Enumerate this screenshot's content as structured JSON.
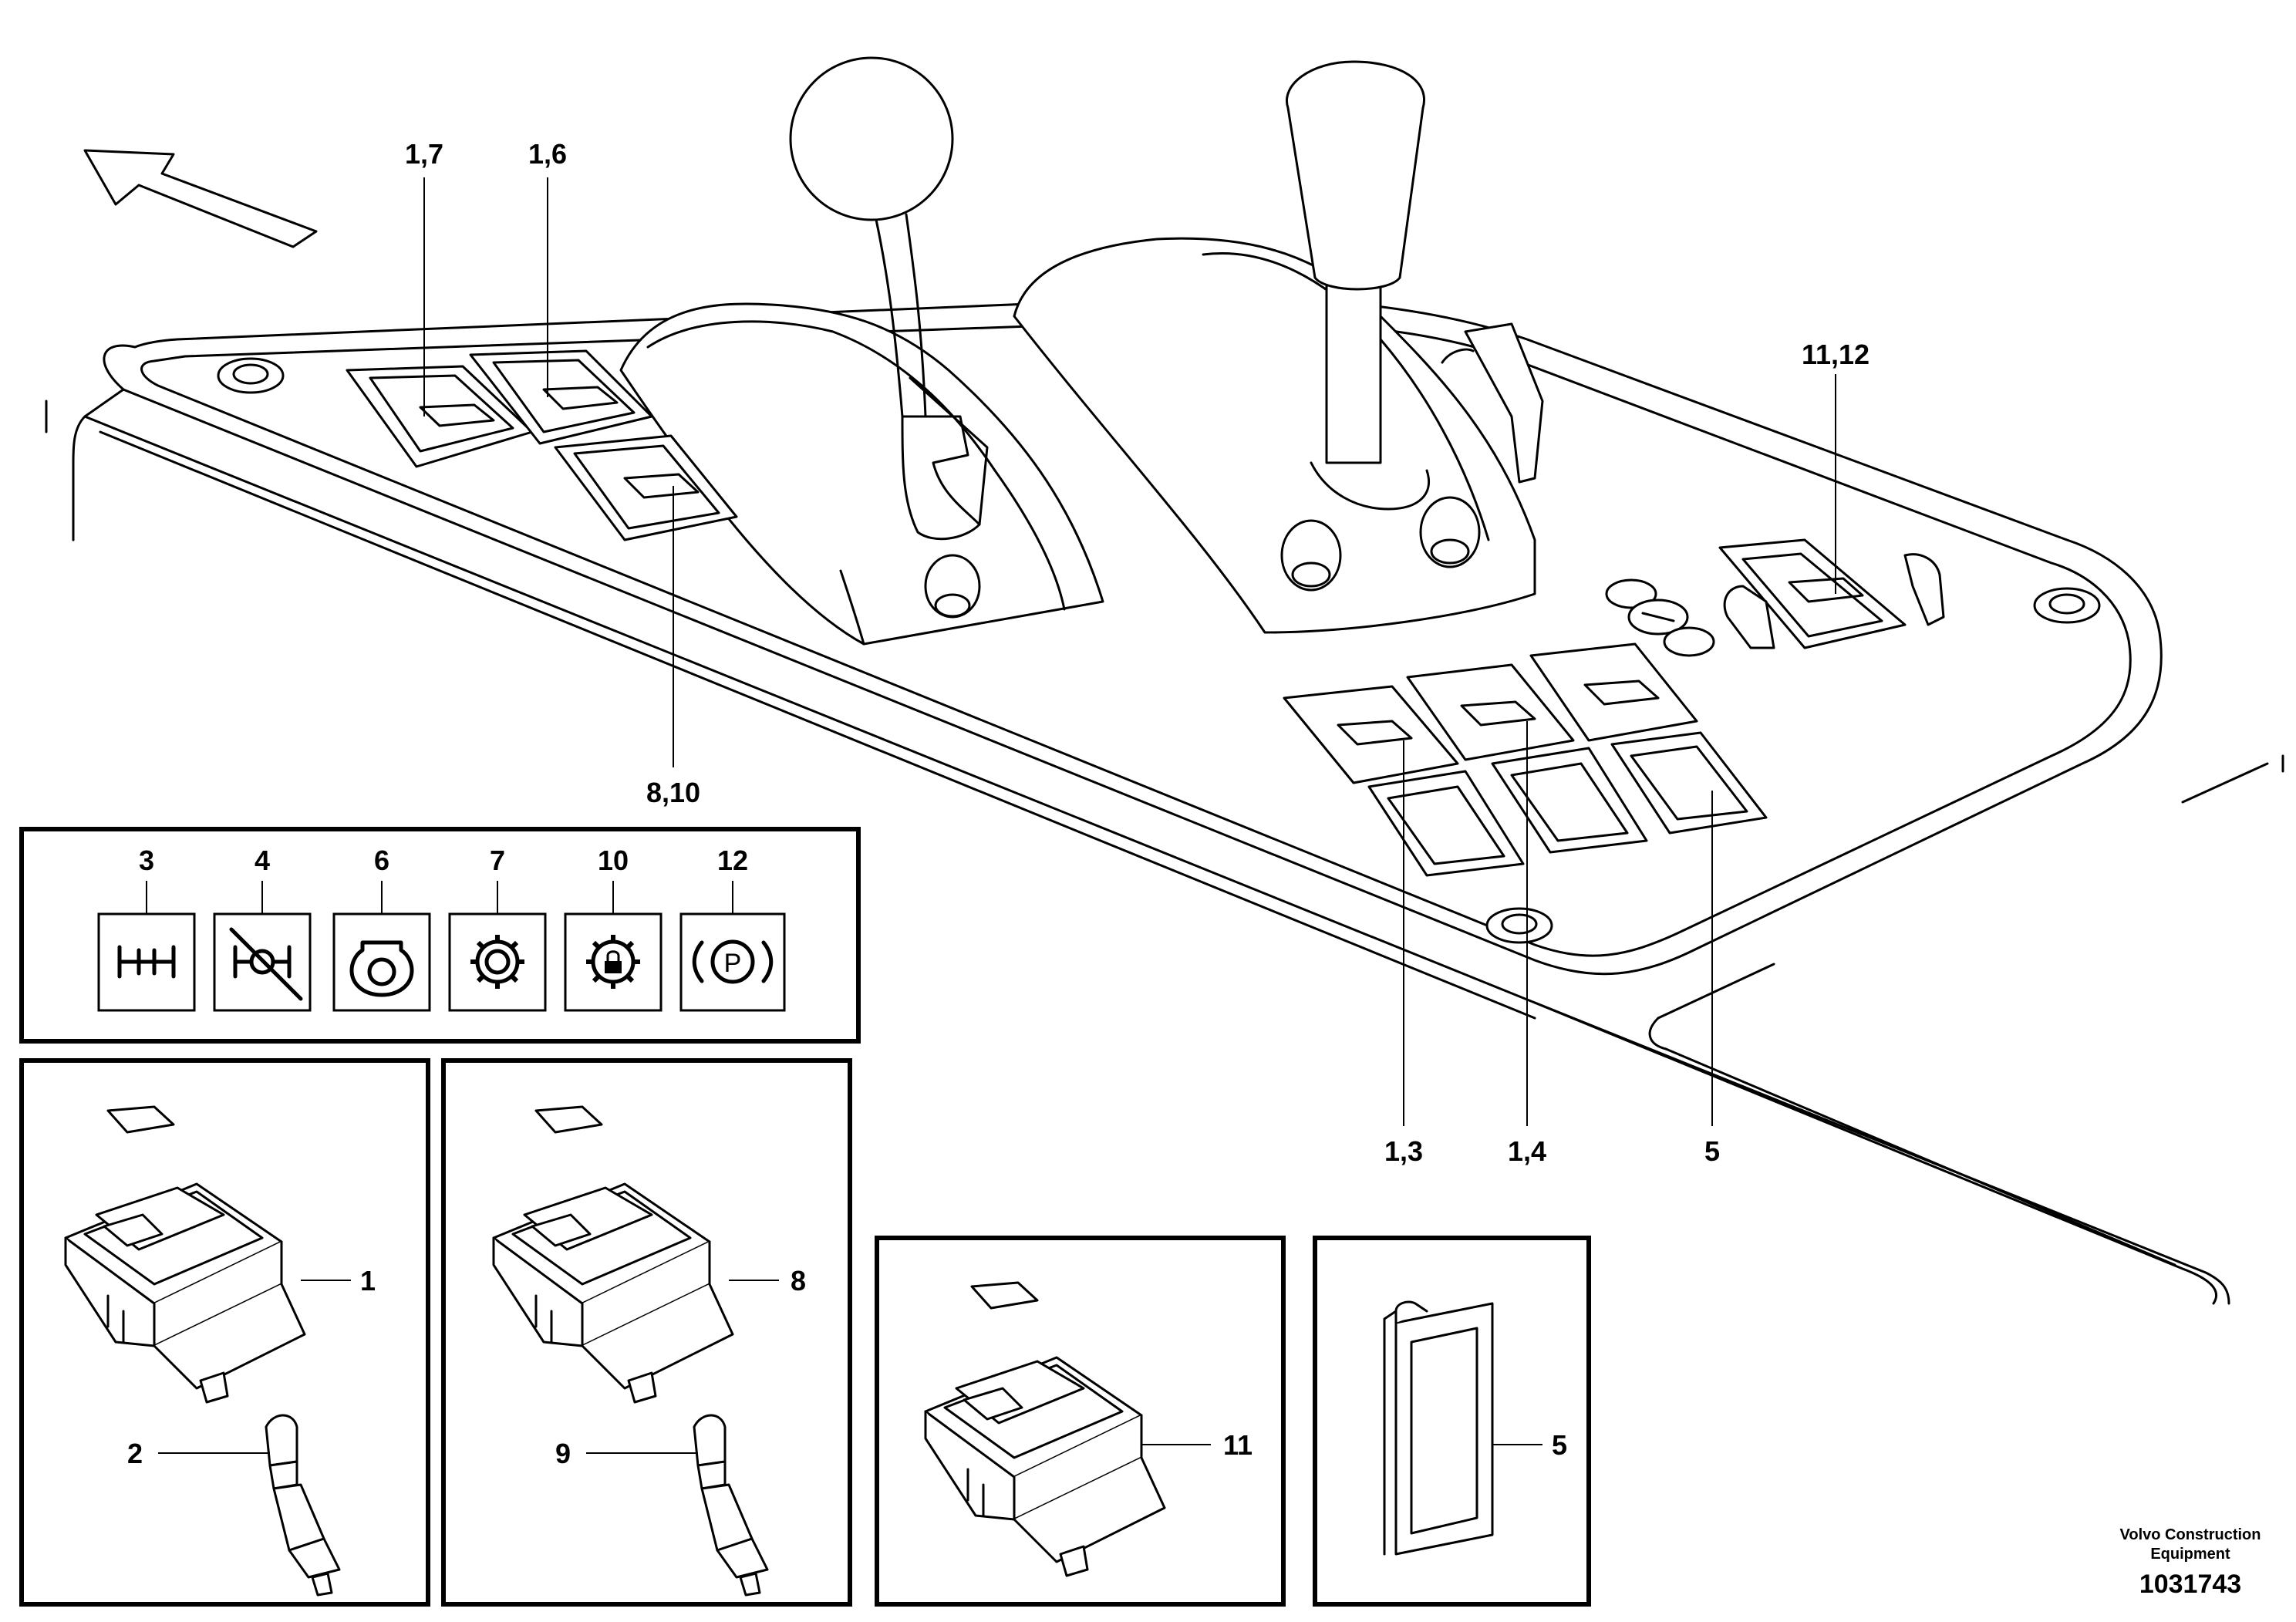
{
  "callouts": {
    "c_1_7": "1,7",
    "c_1_6": "1,6",
    "c_8_10": "8,10",
    "c_11_12": "11,12",
    "c_1_3": "1,3",
    "c_1_4": "1,4",
    "c_5": "5"
  },
  "legend": {
    "items": [
      {
        "number": "3",
        "icon": "differential-lock-icon"
      },
      {
        "number": "4",
        "icon": "differential-lock-off-icon"
      },
      {
        "number": "6",
        "icon": "engine-icon"
      },
      {
        "number": "7",
        "icon": "gear-sun-icon"
      },
      {
        "number": "10",
        "icon": "gear-lock-icon"
      },
      {
        "number": "12",
        "icon": "parking-brake-icon"
      }
    ],
    "parking_symbol": "P"
  },
  "details": {
    "d1_switch": "1",
    "d1_bulb": "2",
    "d2_switch": "8",
    "d2_bulb": "9",
    "d3_switch": "11",
    "d4_blank": "5"
  },
  "footer": {
    "company_line1": "Volvo Construction",
    "company_line2": "Equipment",
    "doc_number": "1031743"
  }
}
